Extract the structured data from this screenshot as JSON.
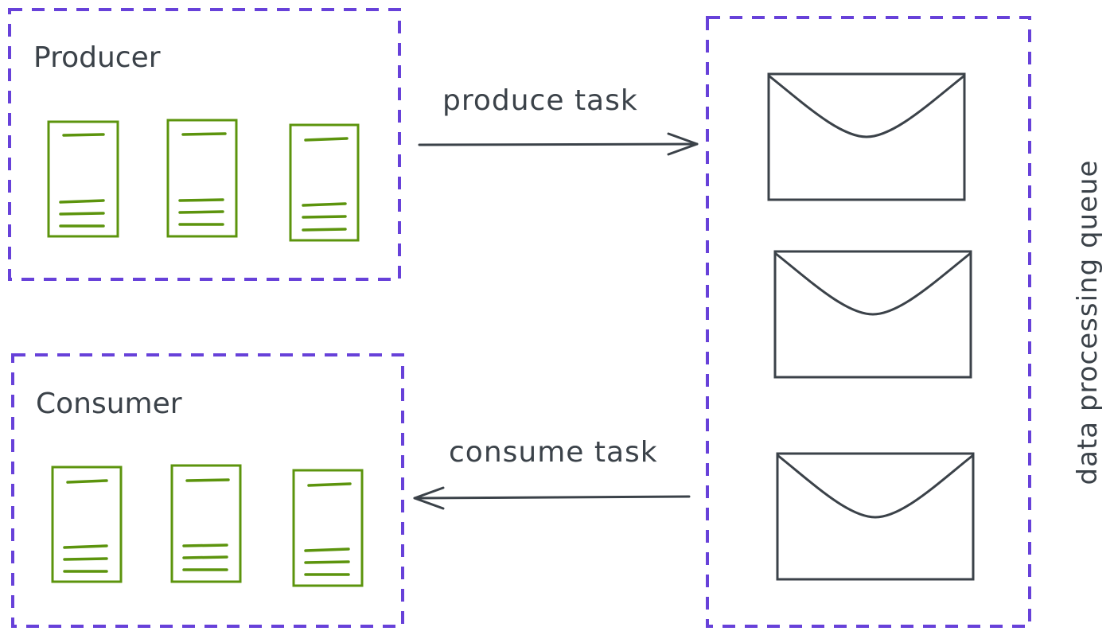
{
  "producer": {
    "title": "Producer"
  },
  "consumer": {
    "title": "Consumer"
  },
  "queue": {
    "label": "data processing queue"
  },
  "edges": {
    "produce": "produce task",
    "consume": "consume task"
  },
  "colors": {
    "group_border": "#6741d9",
    "document_stroke": "#5c940d",
    "ink": "#3b4249",
    "background": "#ffffff"
  },
  "icons": {
    "document": "document-icon",
    "message": "envelope-icon",
    "arrow": "arrow-icon"
  }
}
